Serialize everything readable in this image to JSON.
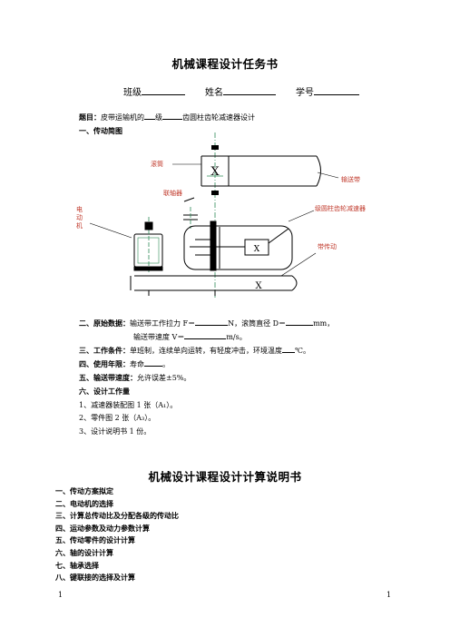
{
  "task": {
    "title": "机械课程设计任务书",
    "info": {
      "class_label": "班级",
      "name_label": "姓名",
      "id_label": "学号"
    },
    "topic": {
      "label": "题目：",
      "part1": "皮带运输机的",
      "part2": "级",
      "part3": "齿圆柱齿轮减速器设计"
    },
    "sec1": "一、传动简图",
    "diagram": {
      "drum": "滚筒",
      "belt": "输送带",
      "coupling": "联轴器",
      "reducer": "级圆柱齿轮减速器",
      "motor": [
        "电",
        "动",
        "机"
      ],
      "belt_drive": "带传动",
      "x_mark": "X"
    },
    "sec2": {
      "label": "二、原始数据：",
      "line1_a": "输送带工作拉力 F＝",
      "line1_b": "N，滚筒直径 D＝",
      "line1_c": "mm，",
      "line2_a": "输送带速度 V＝",
      "line2_b": "m/s。"
    },
    "sec3": {
      "label": "三、工作条件：",
      "text": "单班制，连续单向运转，有轻度冲击，环境温度",
      "unit": "℃。"
    },
    "sec4": {
      "label": "四、使用年限：",
      "text_a": "寿命",
      "text_b": "。"
    },
    "sec5": {
      "label": "五、输送带速度：",
      "text": "允许误差±5%。"
    },
    "sec6": {
      "label": "六、设计工作量",
      "items": [
        "1、减速器装配图 1 张（A₁）。",
        "2、零件图 2 张（A₃）。",
        "3、设计说明书 1 份。"
      ]
    }
  },
  "calc": {
    "title": "机械设计课程设计计算说明书",
    "items": [
      "一、传动方案拟定",
      "二、电动机的选择",
      "三、计算总传动比及分配各级的传动比",
      "四、运动参数及动力参数计算",
      "五、传动零件的设计计算",
      "六、轴的设计计算",
      "七、轴承选择",
      "八、键联接的选择及计算"
    ]
  },
  "footer": {
    "left": "1",
    "right": "1"
  }
}
